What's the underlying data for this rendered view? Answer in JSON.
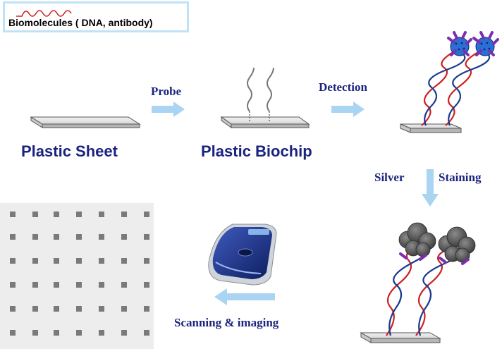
{
  "legend": {
    "label": "Biomolecules ( DNA, antibody)"
  },
  "steps": {
    "plastic_sheet": "Plastic Sheet",
    "plastic_biochip": "Plastic Biochip"
  },
  "arrows": {
    "probe": "Probe",
    "detection": "Detection",
    "silver": "Silver",
    "staining": "Staining",
    "scanning": "Scanning & imaging"
  },
  "colors": {
    "label_blue": "#1a237e",
    "arrow_blue": "#a9d4f2",
    "dna_red": "#cc2222",
    "dna_blue": "#1a3a8f",
    "antibody_purple": "#7b2fb0",
    "particle_blue": "#2a6fd6"
  }
}
